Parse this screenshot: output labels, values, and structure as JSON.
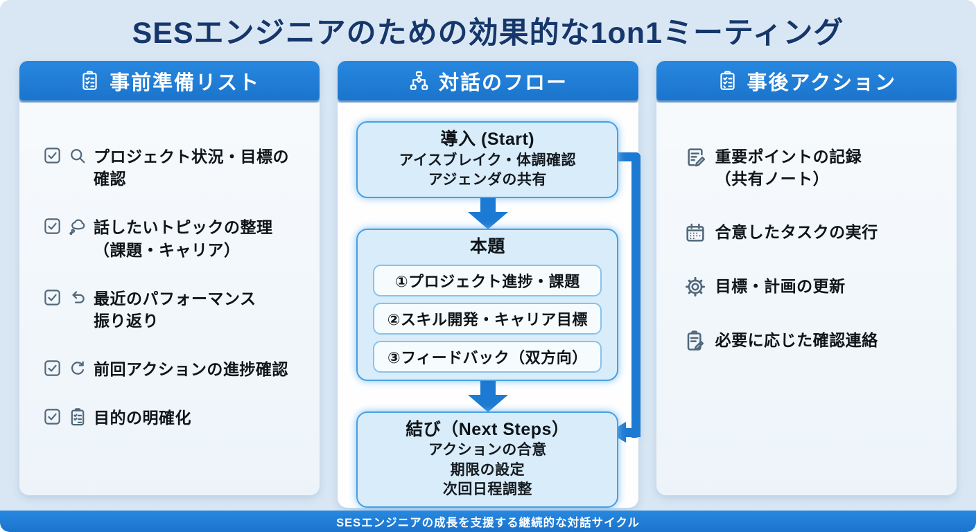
{
  "page": {
    "title": "SESエンジニアのための効果的な1on1ミーティング",
    "footer": "SESエンジニアの成長を支援する継続的な対話サイクル"
  },
  "colors": {
    "accent_blue": "#1d7ad2",
    "page_bg": "#d9e7f4",
    "side_card_bg": "#f2f7fb",
    "mid_card_bg": "#fefeff",
    "flow_box_fill": "#d9ecfa",
    "flow_box_border": "#47a0e3",
    "title_navy": "#16376b",
    "icon_gray": "#51677a"
  },
  "columns": {
    "prep": {
      "header": "事前準備リスト",
      "header_icon": "clipboard-check-icon",
      "items": [
        {
          "icon": "magnifier-icon",
          "text": "プロジェクト状況・目標の\n確認"
        },
        {
          "icon": "thought-bubble-icon",
          "text": "話したいトピックの整理\n（課題・キャリア）"
        },
        {
          "icon": "undo-arrow-icon",
          "text": "最近のパフォーマンス\n振り返り"
        },
        {
          "icon": "refresh-icon",
          "text": "前回アクションの進捗確認"
        },
        {
          "icon": "clipboard-list-icon",
          "text": "目的の明確化"
        }
      ]
    },
    "flow": {
      "header": "対話のフロー",
      "header_icon": "flowchart-icon",
      "boxes": [
        {
          "title": "導入 (Start)",
          "lines": [
            "アイスブレイク・体調確認",
            "アジェンダの共有"
          ]
        },
        {
          "title": "本題",
          "subitems": [
            "①プロジェクト進捗・課題",
            "②スキル開発・キャリア目標",
            "③フィードバック（双方向）"
          ]
        },
        {
          "title": "結び（Next Steps）",
          "lines": [
            "アクションの合意",
            "期限の設定",
            "次回日程調整"
          ]
        }
      ]
    },
    "post": {
      "header": "事後アクション",
      "header_icon": "clipboard-check-icon",
      "items": [
        {
          "icon": "note-pencil-icon",
          "text": "重要ポイントの記録\n（共有ノート）"
        },
        {
          "icon": "calendar-icon",
          "text": "合意したタスクの実行"
        },
        {
          "icon": "gear-icon",
          "text": "目標・計画の更新"
        },
        {
          "icon": "clipboard-pencil-icon",
          "text": "必要に応じた確認連絡"
        }
      ]
    }
  }
}
